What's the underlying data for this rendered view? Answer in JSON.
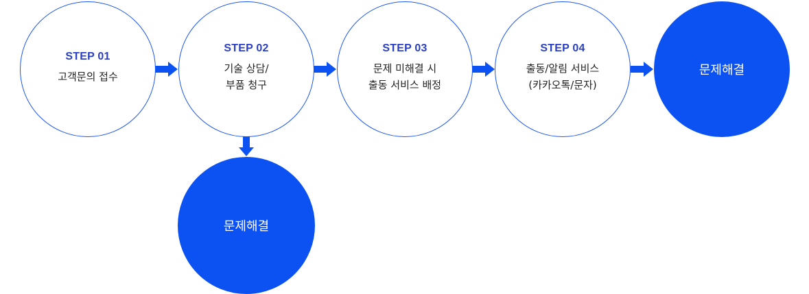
{
  "steps": [
    {
      "step": "STEP 01",
      "desc": "고객문의 접수"
    },
    {
      "step": "STEP 02",
      "desc": "기술 상담/\n부품 청구"
    },
    {
      "step": "STEP 03",
      "desc": "문제 미해결 시\n출동 서비스 배정"
    },
    {
      "step": "STEP 04",
      "desc": "출동/알림 서비스\n(카카오톡/문자)"
    }
  ],
  "resolved": [
    {
      "label": "문제해결"
    },
    {
      "label": "문제해결"
    }
  ],
  "colors": {
    "accent": "#0c52f2",
    "step_text": "#2a3fc4",
    "outline": "#1a55f0"
  }
}
